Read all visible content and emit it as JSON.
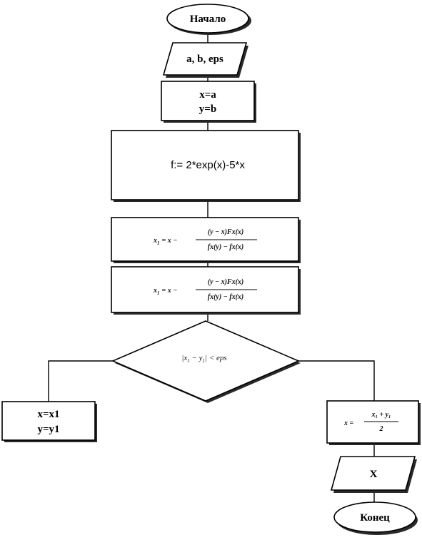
{
  "nodes": {
    "start": "Начало",
    "input": "a, b, eps",
    "init_x": "x=a",
    "init_y": "y=b",
    "func": "f:= 2*exp(x)-5*x",
    "formula1": {
      "lhs": "x",
      "sub": "1",
      "rhs": "= x −",
      "num": "(y − x)Fx(x)",
      "den": "fx(y) − fx(x)"
    },
    "formula2": {
      "lhs": "x",
      "sub": "1",
      "rhs": "= x −",
      "num": "(y − x)Fx(x)",
      "den": "fx(y) − fx(x)"
    },
    "condition": {
      "open": "|x",
      "sub1": "1",
      "mid": " − y",
      "sub2": "1",
      "close": "| < eps"
    },
    "update_x": "x=x1",
    "update_y": "y=y1",
    "result": {
      "lhs": "x =",
      "num": "x₁ + y₁",
      "den": "2"
    },
    "output": "X",
    "end": "Конец"
  }
}
